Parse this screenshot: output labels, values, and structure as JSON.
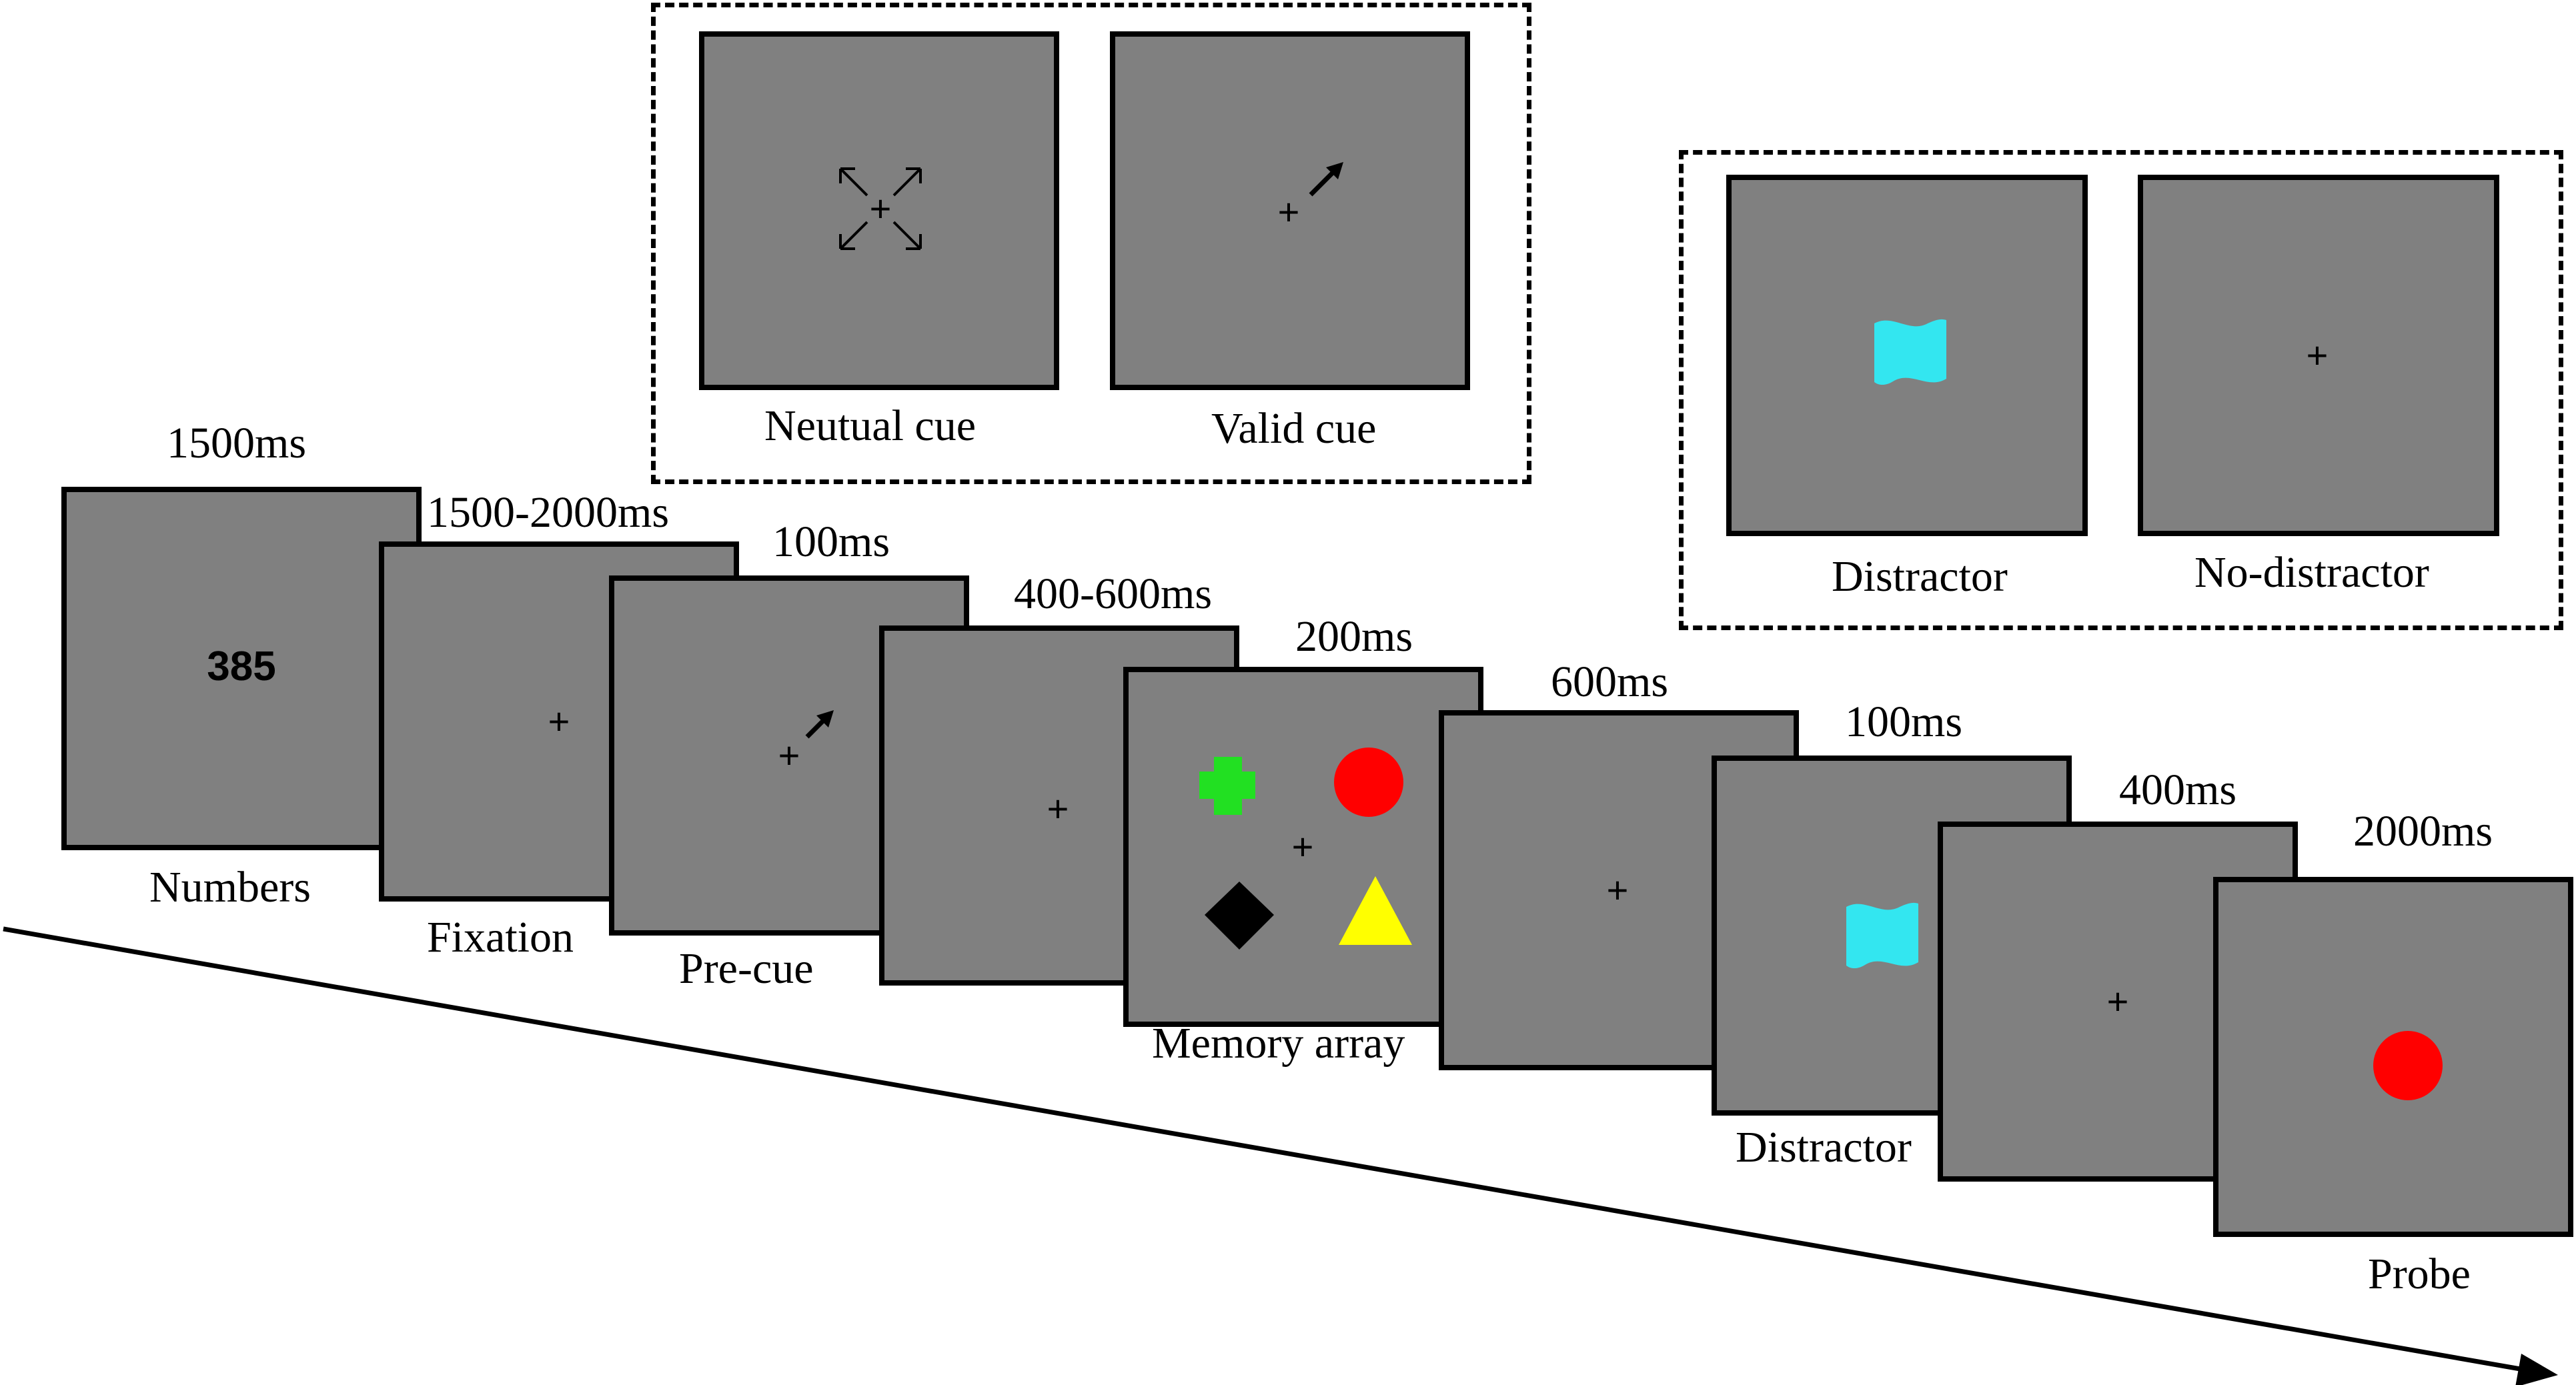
{
  "trial_sequence": [
    {
      "duration": "1500ms",
      "label": "Numbers",
      "content": "385"
    },
    {
      "duration": "1500-2000ms",
      "label": "Fixation",
      "content": "+"
    },
    {
      "duration": "100ms",
      "label": "Pre-cue",
      "content": "+"
    },
    {
      "duration": "400-600ms",
      "label": "",
      "content": "+"
    },
    {
      "duration": "200ms",
      "label": "Memory array",
      "content": "+"
    },
    {
      "duration": "600ms",
      "label": "",
      "content": "+"
    },
    {
      "duration": "100ms",
      "label": "Distractor",
      "content": ""
    },
    {
      "duration": "400ms",
      "label": "",
      "content": "+"
    },
    {
      "duration": "2000ms",
      "label": "Probe",
      "content": ""
    }
  ],
  "cue_conditions": [
    {
      "label": "Neutual cue",
      "content": "+"
    },
    {
      "label": "Valid cue",
      "content": "+"
    }
  ],
  "distractor_conditions": [
    {
      "label": "Distractor",
      "content": ""
    },
    {
      "label": "No-distractor",
      "content": "+"
    }
  ],
  "colors": {
    "screen": "#808080",
    "green": "#22e022",
    "red": "#ff0000",
    "black": "#000000",
    "yellow": "#ffff00",
    "cyan": "#33e6f0"
  },
  "shape_names": [
    "green-cross",
    "red-circle",
    "black-diamond",
    "yellow-triangle",
    "cyan-flag"
  ]
}
